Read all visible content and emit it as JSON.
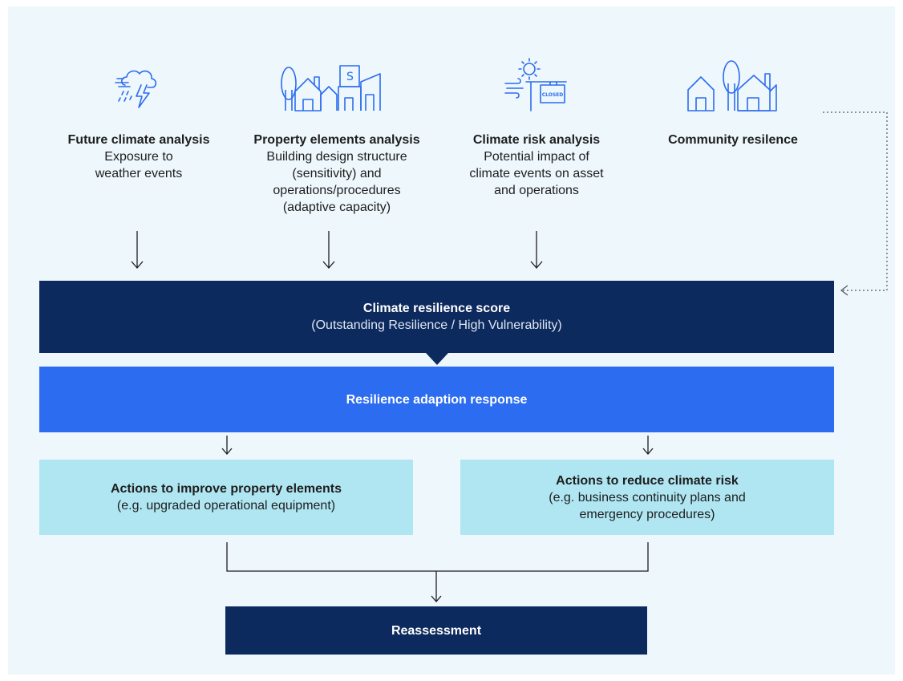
{
  "inputs": [
    {
      "title": "Future climate analysis",
      "subtitle": "Exposure to\nweather events",
      "icon": "storm-cloud-icon"
    },
    {
      "title": "Property elements analysis",
      "subtitle": "Building design structure\n(sensitivity) and\noperations/procedures\n(adaptive capacity)",
      "icon": "buildings-icon"
    },
    {
      "title": "Climate risk analysis",
      "subtitle": "Potential impact of\nclimate events on asset\nand operations",
      "icon": "closed-sign-icon",
      "sign_text": "CLOSED"
    },
    {
      "title": "Community resilence",
      "subtitle": "",
      "icon": "houses-tree-icon"
    }
  ],
  "score": {
    "title": "Climate resilience score",
    "subtitle": "(Outstanding Resilience / High Vulnerability)"
  },
  "response": {
    "title": "Resilience adaption response"
  },
  "actions": [
    {
      "title": "Actions to improve property elements",
      "subtitle": "(e.g. upgraded operational equipment)"
    },
    {
      "title": "Actions to reduce climate risk",
      "subtitle": "(e.g. business continuity plans and\nemergency procedures)"
    }
  ],
  "reassessment": {
    "title": "Reassessment"
  },
  "colors": {
    "background": "#eef7fc",
    "navy": "#0d2a5e",
    "blue": "#2c6cf0",
    "cyan": "#afe6f2",
    "icon": "#2c6cf0"
  }
}
